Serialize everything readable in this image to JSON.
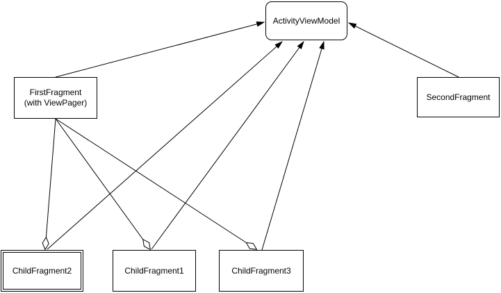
{
  "diagram": {
    "background_color": "#ffffff",
    "stroke_color": "#000000",
    "text_color": "#000000",
    "nodes": {
      "activity_view_model": {
        "label": "ActivityViewModel",
        "shape": "rounded-rectangle"
      },
      "first_fragment": {
        "label": "FirstFragment\n(with ViewPager)",
        "shape": "rectangle"
      },
      "second_fragment": {
        "label": "SecondFragment",
        "shape": "rectangle"
      },
      "child_fragment2": {
        "label": "ChildFragment2",
        "shape": "double-border-rectangle"
      },
      "child_fragment1": {
        "label": "ChildFragment1",
        "shape": "rectangle"
      },
      "child_fragment3": {
        "label": "ChildFragment3",
        "shape": "rectangle"
      }
    },
    "edges": [
      {
        "from": "FirstFragment",
        "to": "ActivityViewModel",
        "marker": "arrow"
      },
      {
        "from": "SecondFragment",
        "to": "ActivityViewModel",
        "marker": "arrow"
      },
      {
        "from": "ChildFragment2",
        "to": "ActivityViewModel",
        "marker": "arrow"
      },
      {
        "from": "ChildFragment1",
        "to": "ActivityViewModel",
        "marker": "arrow"
      },
      {
        "from": "ChildFragment3",
        "to": "ActivityViewModel",
        "marker": "arrow"
      },
      {
        "from": "FirstFragment",
        "to": "ChildFragment2",
        "marker": "hollow-diamond"
      },
      {
        "from": "FirstFragment",
        "to": "ChildFragment1",
        "marker": "hollow-diamond"
      },
      {
        "from": "FirstFragment",
        "to": "ChildFragment3",
        "marker": "hollow-diamond"
      }
    ]
  }
}
